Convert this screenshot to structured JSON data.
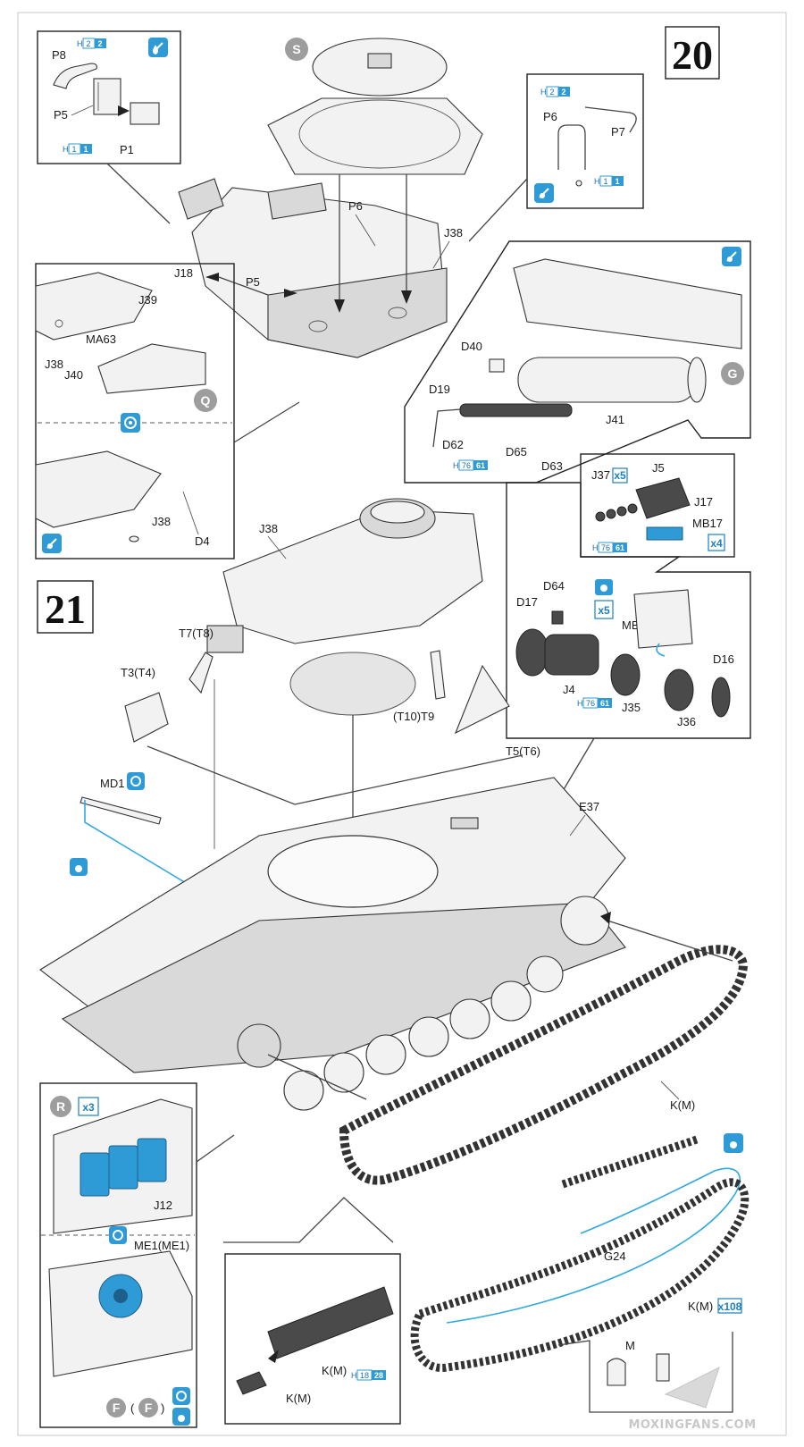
{
  "steps": {
    "step20": "20",
    "step21": "21"
  },
  "badges": {
    "s": "S",
    "q": "Q",
    "g": "G",
    "r": "R",
    "f1": "F",
    "f2": "F"
  },
  "multipliers": {
    "x5a": "x5",
    "x4": "x4",
    "x5b": "x5",
    "x3": "x3",
    "x108": "x108"
  },
  "sprue_codes": {
    "h2_2a": {
      "h": "H",
      "a": "2",
      "b": "2"
    },
    "h1_1a": {
      "h": "H",
      "a": "1",
      "b": "1"
    },
    "h2_2b": {
      "h": "H",
      "a": "2",
      "b": "2"
    },
    "h1_1b": {
      "h": "H",
      "a": "1",
      "b": "1"
    },
    "h76_61a": {
      "h": "H",
      "a": "76",
      "b": "61"
    },
    "h76_61b": {
      "h": "H",
      "a": "76",
      "b": "61"
    },
    "h76_61c": {
      "h": "H",
      "a": "76",
      "b": "61"
    },
    "h18_28": {
      "h": "H",
      "a": "18",
      "b": "28"
    }
  },
  "labels": {
    "p8": "P8",
    "p5a": "P5",
    "p1": "P1",
    "p6a": "P6",
    "p7": "P7",
    "p6b": "P6",
    "j38a": "J38",
    "j18": "J18",
    "p5b": "P5",
    "j39": "J39",
    "ma63": "MA63",
    "j38b": "J38",
    "j40": "J40",
    "j38c": "J38",
    "d4": "D4",
    "d40": "D40",
    "d19": "D19",
    "d62": "D62",
    "d65": "D65",
    "d63": "D63",
    "j41": "J41",
    "j37": "J37",
    "j5": "J5",
    "j17": "J17",
    "mb17": "MB17",
    "d64": "D64",
    "d17": "D17",
    "mb3": "MB3",
    "d16": "D16",
    "j4": "J4",
    "j35": "J35",
    "j36": "J36",
    "j38d": "J38",
    "t7t8": "T7(T8)",
    "t3t4": "T3(T4)",
    "t10t9": "(T10)T9",
    "t5t6": "T5(T6)",
    "md1": "MD1",
    "e37": "E37",
    "km1": "K(M)",
    "j12": "J12",
    "me1": "ME1(ME1)",
    "g24": "G24",
    "km2": "K(M)",
    "km3": "K(M)",
    "km4": "K(M)",
    "m": "M"
  },
  "watermark": "MOXINGFANS.COM",
  "colors": {
    "accent_blue": "#2f9bd6",
    "badge_grey": "#9d9d9d",
    "ink": "#222222"
  },
  "icon_names": [
    "paint-drop-icon",
    "flip-view-icon",
    "glue-drop-icon"
  ]
}
